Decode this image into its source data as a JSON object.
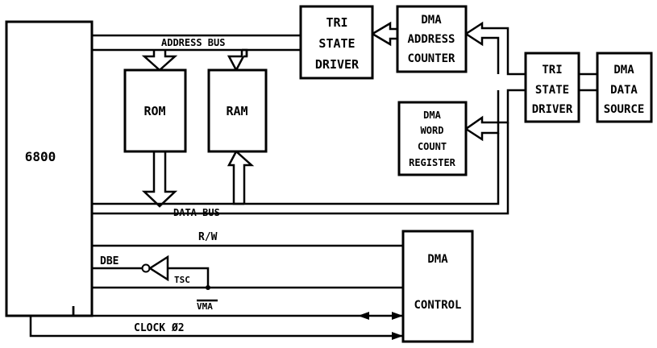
{
  "blocks": {
    "cpu": "6800",
    "rom": "ROM",
    "ram": "RAM",
    "tri_state_1": [
      "TRI",
      "STATE",
      "DRIVER"
    ],
    "dma_address_counter": [
      "DMA",
      "ADDRESS",
      "COUNTER"
    ],
    "tri_state_2": [
      "TRI",
      "STATE",
      "DRIVER"
    ],
    "dma_data_source": [
      "DMA",
      "DATA",
      "SOURCE"
    ],
    "dma_word_count_register": [
      "DMA",
      "WORD",
      "COUNT",
      "REGISTER"
    ],
    "dma_control": [
      "DMA",
      "CONTROL"
    ]
  },
  "signals": {
    "address_bus": "ADDRESS BUS",
    "data_bus": "DATA BUS",
    "rw": "R/W",
    "dbe": "DBE",
    "tsc": "TSC",
    "vma": "VMA",
    "clock": "CLOCK Ø2"
  }
}
